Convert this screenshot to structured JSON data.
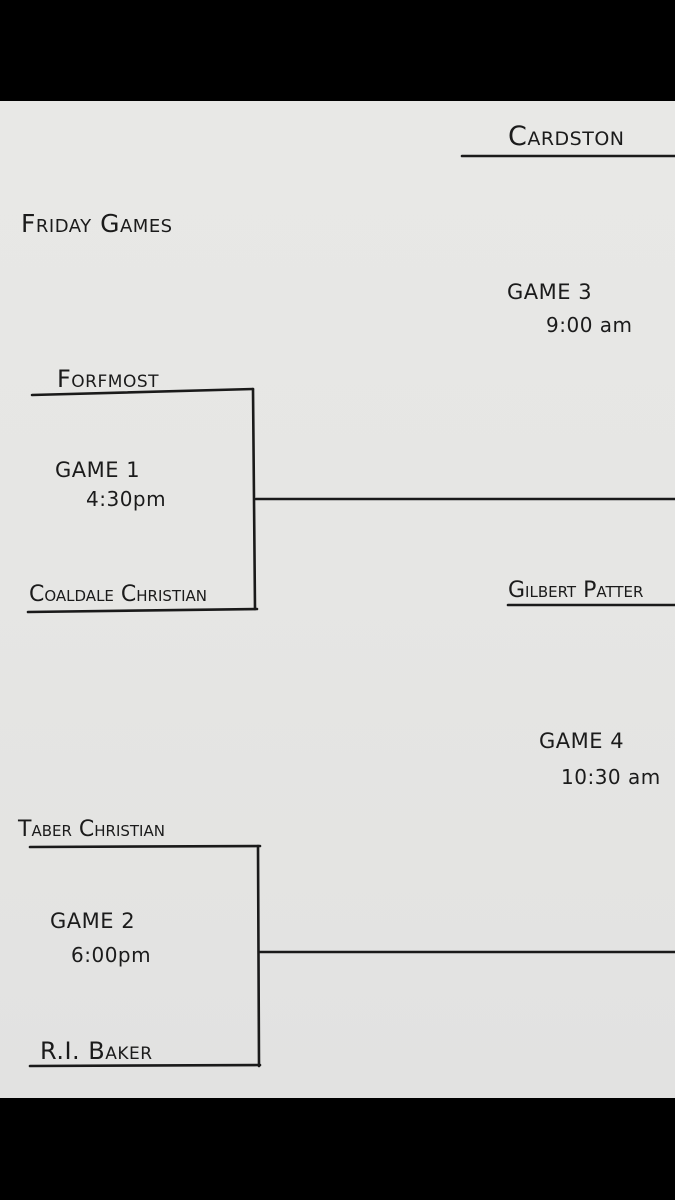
{
  "title": "Friday Games",
  "teams": {
    "cardston": "Cardston",
    "forfmost": "Forfmost",
    "coaldale": "Coaldale Christian",
    "gilbert": "Gilbert Patter",
    "taber": "Taber Christian",
    "baker": "R.I. Baker"
  },
  "games": [
    {
      "label": "GAME 1",
      "time": "4:30pm"
    },
    {
      "label": "GAME 2",
      "time": "6:00pm"
    },
    {
      "label": "GAME 3",
      "time": "9:00 am"
    },
    {
      "label": "GAME 4",
      "time": "10:30 am"
    }
  ]
}
